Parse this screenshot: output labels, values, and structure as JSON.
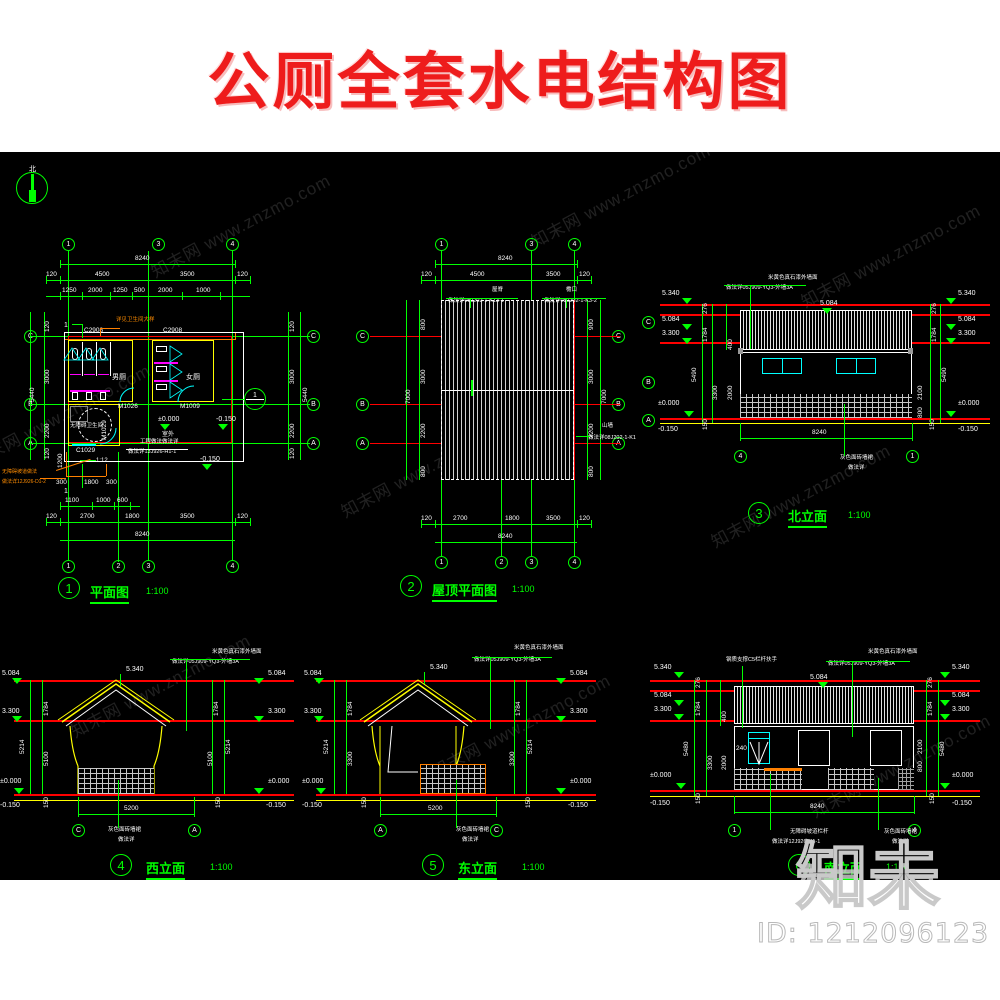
{
  "title": "公厕全套水电结构图",
  "footer": {
    "id_label": "ID: 1212096123",
    "watermark": "知未"
  },
  "watermark_text": "知末网 www.znzmo.com",
  "compass": {
    "label": "北"
  },
  "drawings": [
    {
      "number": "1",
      "name": "平面图",
      "scale": "1:100",
      "type": "floor-plan",
      "grid_columns": [
        "1",
        "2",
        "3",
        "4"
      ],
      "grid_rows": [
        "A",
        "B",
        "C"
      ],
      "dim_top_overall": "8240",
      "dim_top_bays": [
        "4500",
        "3500"
      ],
      "dim_top_edges": [
        "120",
        "120"
      ],
      "dim_top_sub": [
        "1250",
        "2000",
        "1250",
        "500",
        "2000",
        "1000"
      ],
      "dim_bottom_overall": "8240",
      "dim_bottom_bays": [
        "2700",
        "1800",
        "3500"
      ],
      "dim_bottom_sub": [
        "1100",
        "1000",
        "600"
      ],
      "dim_bottom_edges": [
        "120",
        "120"
      ],
      "dim_left_overall": "5440",
      "dim_left_bays": [
        "3000",
        "2200"
      ],
      "dim_left_edges": [
        "120",
        "120"
      ],
      "dim_right_overall": "5440",
      "dim_right_bays": [
        "3000",
        "2200"
      ],
      "dim_right_edges": [
        "120",
        "120"
      ],
      "dim_small": [
        "300",
        "1800",
        "300",
        "1200"
      ],
      "rooms": [
        {
          "label": "男厕"
        },
        {
          "label": "女厕"
        },
        {
          "label": "无障碍卫生间"
        }
      ],
      "levels": [
        "±0.000",
        "-0.150",
        "-0.150"
      ],
      "level_note": "室外",
      "windows": [
        "C2908",
        "C2908",
        "C1029"
      ],
      "doors": [
        "M1026",
        "M1009",
        "M1029"
      ],
      "notes": [
        "详见卫生间大样",
        "无障碍坡道做法",
        "做法详12J926-D1-2",
        "工程做法做法详",
        "做法详13J926-H1-1",
        "1:12"
      ],
      "section_marks": [
        "1",
        "1"
      ],
      "detail_bubble": "1"
    },
    {
      "number": "2",
      "name": "屋顶平面图",
      "scale": "1:100",
      "type": "roof-plan",
      "grid_columns": [
        "1",
        "2",
        "3",
        "4"
      ],
      "grid_rows": [
        "A",
        "B",
        "C"
      ],
      "dim_top_overall": "8240",
      "dim_top_bays": [
        "4500",
        "3500"
      ],
      "dim_top_edges": [
        "120",
        "120"
      ],
      "dim_bottom_overall": "8240",
      "dim_bottom_bays": [
        "2700",
        "1800",
        "3500"
      ],
      "dim_bottom_edges": [
        "120",
        "120"
      ],
      "dim_left_overall": "7000",
      "dim_left_bays": [
        "800",
        "3000",
        "2200",
        "800"
      ],
      "dim_right_overall": "7000",
      "dim_right_bays": [
        "900",
        "3000",
        "2200",
        "800"
      ],
      "notes": [
        {
          "head": "屋脊",
          "code": "做法详08J202-1-K13-1"
        },
        {
          "head": "檐口",
          "code": "做法详08J202-1-K3-2"
        },
        {
          "head": "山墙",
          "code": "做法详08J202-1-K1"
        }
      ]
    },
    {
      "number": "3",
      "name": "北立面",
      "scale": "1:100",
      "type": "elevation",
      "grid_marks": [
        "4",
        "1"
      ],
      "grid_rows": [
        "C",
        "B",
        "A"
      ],
      "levels_left": [
        "5.340",
        "5.084",
        "3.300",
        "±0.000",
        "-0.150"
      ],
      "levels_right": [
        "5.340",
        "5.084",
        "3.300",
        "±0.000",
        "-0.150"
      ],
      "level_ridge": "5.084",
      "dims_vertical": [
        "276",
        "1784",
        "400",
        "3300",
        "2000",
        "2100",
        "800",
        "150",
        "150",
        "5490"
      ],
      "dim_bottom": "8240",
      "notes": [
        "米黄色真石漆外墙面",
        "做法详05J909-YQ3-外墙3A",
        "灰色面砖墙裙",
        "做法详"
      ]
    },
    {
      "number": "4",
      "name": "西立面",
      "scale": "1:100",
      "type": "elevation",
      "grid_marks": [
        "C",
        "A"
      ],
      "levels_left": [
        "5.084",
        "3.300",
        "±0.000",
        "-0.150"
      ],
      "levels_right": [
        "5.084",
        "3.300",
        "±0.000",
        "-0.150"
      ],
      "level_ridge": "5.340",
      "dims_vertical": [
        "1784",
        "5214",
        "5100",
        "150",
        "150"
      ],
      "dim_bottom": "5200",
      "notes": [
        "米黄色真石漆外墙面",
        "做法详05J909-YQ3-外墙3A",
        "灰色面砖墙裙",
        "做法详"
      ]
    },
    {
      "number": "5",
      "name": "东立面",
      "scale": "1:100",
      "type": "elevation",
      "grid_marks": [
        "A",
        "C"
      ],
      "levels_left": [
        "5.084",
        "3.300",
        "±0.000",
        "-0.150"
      ],
      "levels_right": [
        "5.084",
        "3.300",
        "±0.000",
        "-0.150"
      ],
      "level_ridge": "5.340",
      "dims_vertical": [
        "1784",
        "5214",
        "3300",
        "150",
        "150"
      ],
      "dim_bottom": "5200",
      "notes": [
        "米黄色真石漆外墙面",
        "做法详05J909-YQ3-外墙3A",
        "灰色面砖墙裙",
        "做法详"
      ]
    },
    {
      "number": "6",
      "name": "南立面",
      "scale": "1:100",
      "type": "elevation",
      "grid_marks": [
        "1",
        "4"
      ],
      "levels_left": [
        "5.340",
        "5.084",
        "3.300",
        "±0.000",
        "-0.150"
      ],
      "levels_right": [
        "5.340",
        "5.084",
        "3.300",
        "±0.000",
        "-0.150"
      ],
      "level_ridge": "5.084",
      "dims_vertical": [
        "276",
        "1784",
        "400",
        "3300",
        "2000",
        "2100",
        "800",
        "240",
        "150",
        "150",
        "5480"
      ],
      "dim_bottom": "8240",
      "notes": [
        "米黄色真石漆外墙面",
        "做法详05J909-YQ3-外墙3A",
        "无障碍坡道栏杆",
        "做法详12J926-H1-1",
        "灰色面砖墙裙",
        "做法详",
        "钢质支撑C5栏杆扶手"
      ]
    }
  ]
}
